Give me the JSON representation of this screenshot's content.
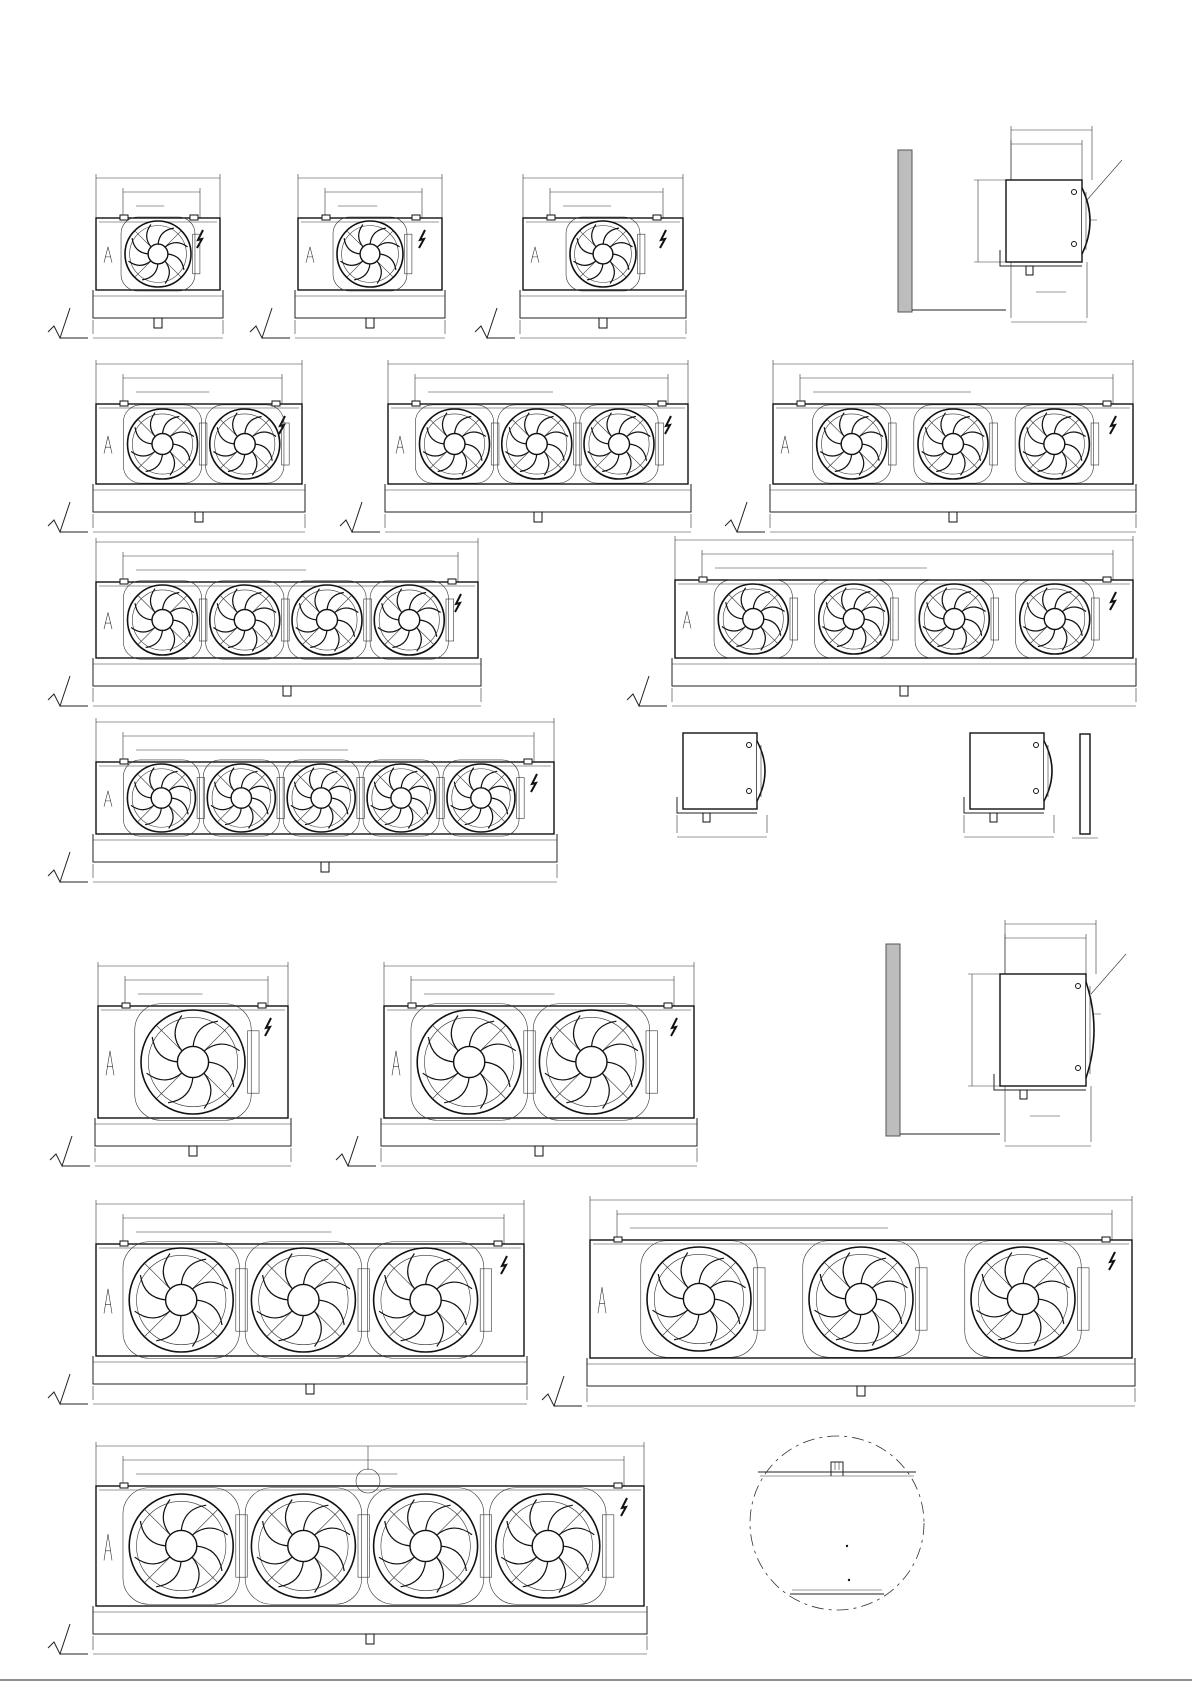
{
  "sheet": {
    "background": "#ffffff",
    "line_color": "#111111",
    "wall_color": "#bdbdbd"
  },
  "fan_units": [
    {
      "name": "unit-1fan-small-a",
      "fans": 1,
      "size": "small",
      "arrangement": "even"
    },
    {
      "name": "unit-1fan-small-b",
      "fans": 1,
      "size": "small",
      "arrangement": "even"
    },
    {
      "name": "unit-1fan-small-c",
      "fans": 1,
      "size": "small",
      "arrangement": "even"
    },
    {
      "name": "unit-2fan-small",
      "fans": 2,
      "size": "small",
      "arrangement": "packed"
    },
    {
      "name": "unit-3fan-small-packed",
      "fans": 3,
      "size": "small",
      "arrangement": "packed"
    },
    {
      "name": "unit-3fan-small-spaced",
      "fans": 3,
      "size": "small",
      "arrangement": "even"
    },
    {
      "name": "unit-4fan-small-packed",
      "fans": 4,
      "size": "small",
      "arrangement": "packed"
    },
    {
      "name": "unit-4fan-small-spaced",
      "fans": 4,
      "size": "small",
      "arrangement": "even"
    },
    {
      "name": "unit-5fan-small",
      "fans": 5,
      "size": "small",
      "arrangement": "packed"
    },
    {
      "name": "unit-1fan-large",
      "fans": 1,
      "size": "large",
      "arrangement": "even"
    },
    {
      "name": "unit-2fan-large",
      "fans": 2,
      "size": "large",
      "arrangement": "packed"
    },
    {
      "name": "unit-3fan-large-packed",
      "fans": 3,
      "size": "large",
      "arrangement": "packed"
    },
    {
      "name": "unit-3fan-large-spaced",
      "fans": 3,
      "size": "large",
      "arrangement": "even"
    },
    {
      "name": "unit-4fan-large",
      "fans": 4,
      "size": "large",
      "arrangement": "packed"
    }
  ],
  "side_views": [
    {
      "name": "side-view-wall-small",
      "wall": true
    },
    {
      "name": "side-view-small-a",
      "wall": false
    },
    {
      "name": "side-view-small-b",
      "wall": false
    },
    {
      "name": "side-view-wall-large",
      "wall": true
    }
  ],
  "detail_view": {
    "name": "detail-circle-hanger"
  }
}
